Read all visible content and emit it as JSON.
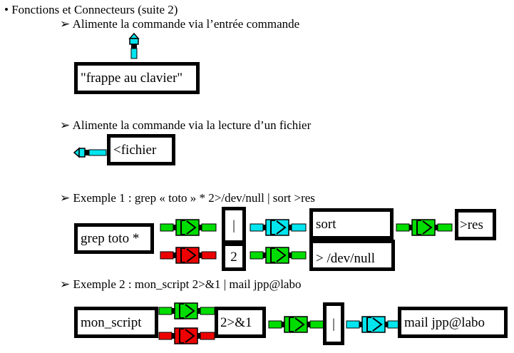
{
  "title": "• Fonctions et Connecteurs (suite 2)",
  "arrow": "➢",
  "bullets": [
    "Alimente la commande via l’entrée commande",
    "Alimente la commande via la lecture d’un fichier",
    "Exemple 1 : grep « toto » * 2>/dev/null | sort >res",
    "Exemple 2 : mon_script 2>&1 | mail jpp@labo"
  ],
  "boxes": {
    "keyboard": "\"frappe au clavier\"",
    "fichier": "<fichier",
    "ex1": {
      "grep": "grep toto *",
      "pipe": "|",
      "fd2": "2",
      "sort": "sort",
      "devnull": "> /dev/null",
      "res": ">res"
    },
    "ex2": {
      "script": "mon_script",
      "redir": "2>&1",
      "pipe": "|",
      "mail": "mail jpp@labo"
    }
  },
  "colors": {
    "stdout": "#00dd00",
    "stderr": "#ee0000",
    "stdin": "#00e5ee",
    "outline": "#000000"
  }
}
